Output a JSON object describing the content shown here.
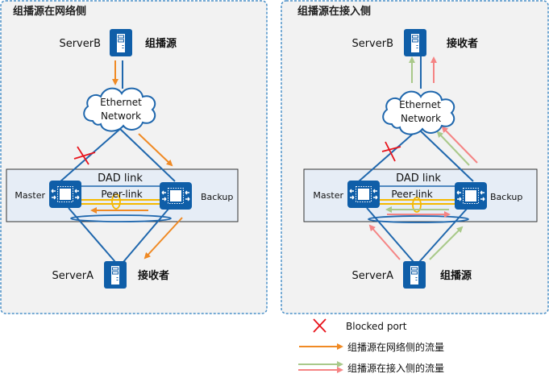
{
  "colors": {
    "device_blue": "#0f5ea8",
    "link_blue": "#1f67ad",
    "panel_bg": "#f2f2f2",
    "panel_border": "#4a90c8",
    "mlag_box_bg": "#e6edf6",
    "mlag_box_border": "#333333",
    "peer_link": "#f5b800",
    "network_side_flow": "#f08a24",
    "access_side_flow_green": "#a9c98a",
    "access_side_flow_red": "#f58484",
    "blocked": "#e8141c"
  },
  "panels": [
    {
      "id": "network-side",
      "title": "组播源在网络侧",
      "top_server": {
        "name": "ServerB",
        "role": "组播源"
      },
      "cloud": {
        "line1": "Ethernet",
        "line2": "Network"
      },
      "dad_link_label": "DAD link",
      "peer_link_label": "Peer-link",
      "left_switch_label": "Master",
      "right_switch_label": "Backup",
      "bottom_server": {
        "name": "ServerA",
        "role": "接收者"
      }
    },
    {
      "id": "access-side",
      "title": "组播源在接入侧",
      "top_server": {
        "name": "ServerB",
        "role": "接收者"
      },
      "cloud": {
        "line1": "Ethernet",
        "line2": "Network"
      },
      "dad_link_label": "DAD link",
      "peer_link_label": "Peer-link",
      "left_switch_label": "Master",
      "right_switch_label": "Backup",
      "bottom_server": {
        "name": "ServerA",
        "role": "组播源"
      }
    }
  ],
  "legend": [
    {
      "icon": "blocked-port-x-icon",
      "label": "Blocked port"
    },
    {
      "icon": "orange-arrow-icon",
      "label": "组播源在网络侧的流量"
    },
    {
      "icon": "green-red-arrows-icon",
      "label": "组播源在接入侧的流量"
    }
  ]
}
